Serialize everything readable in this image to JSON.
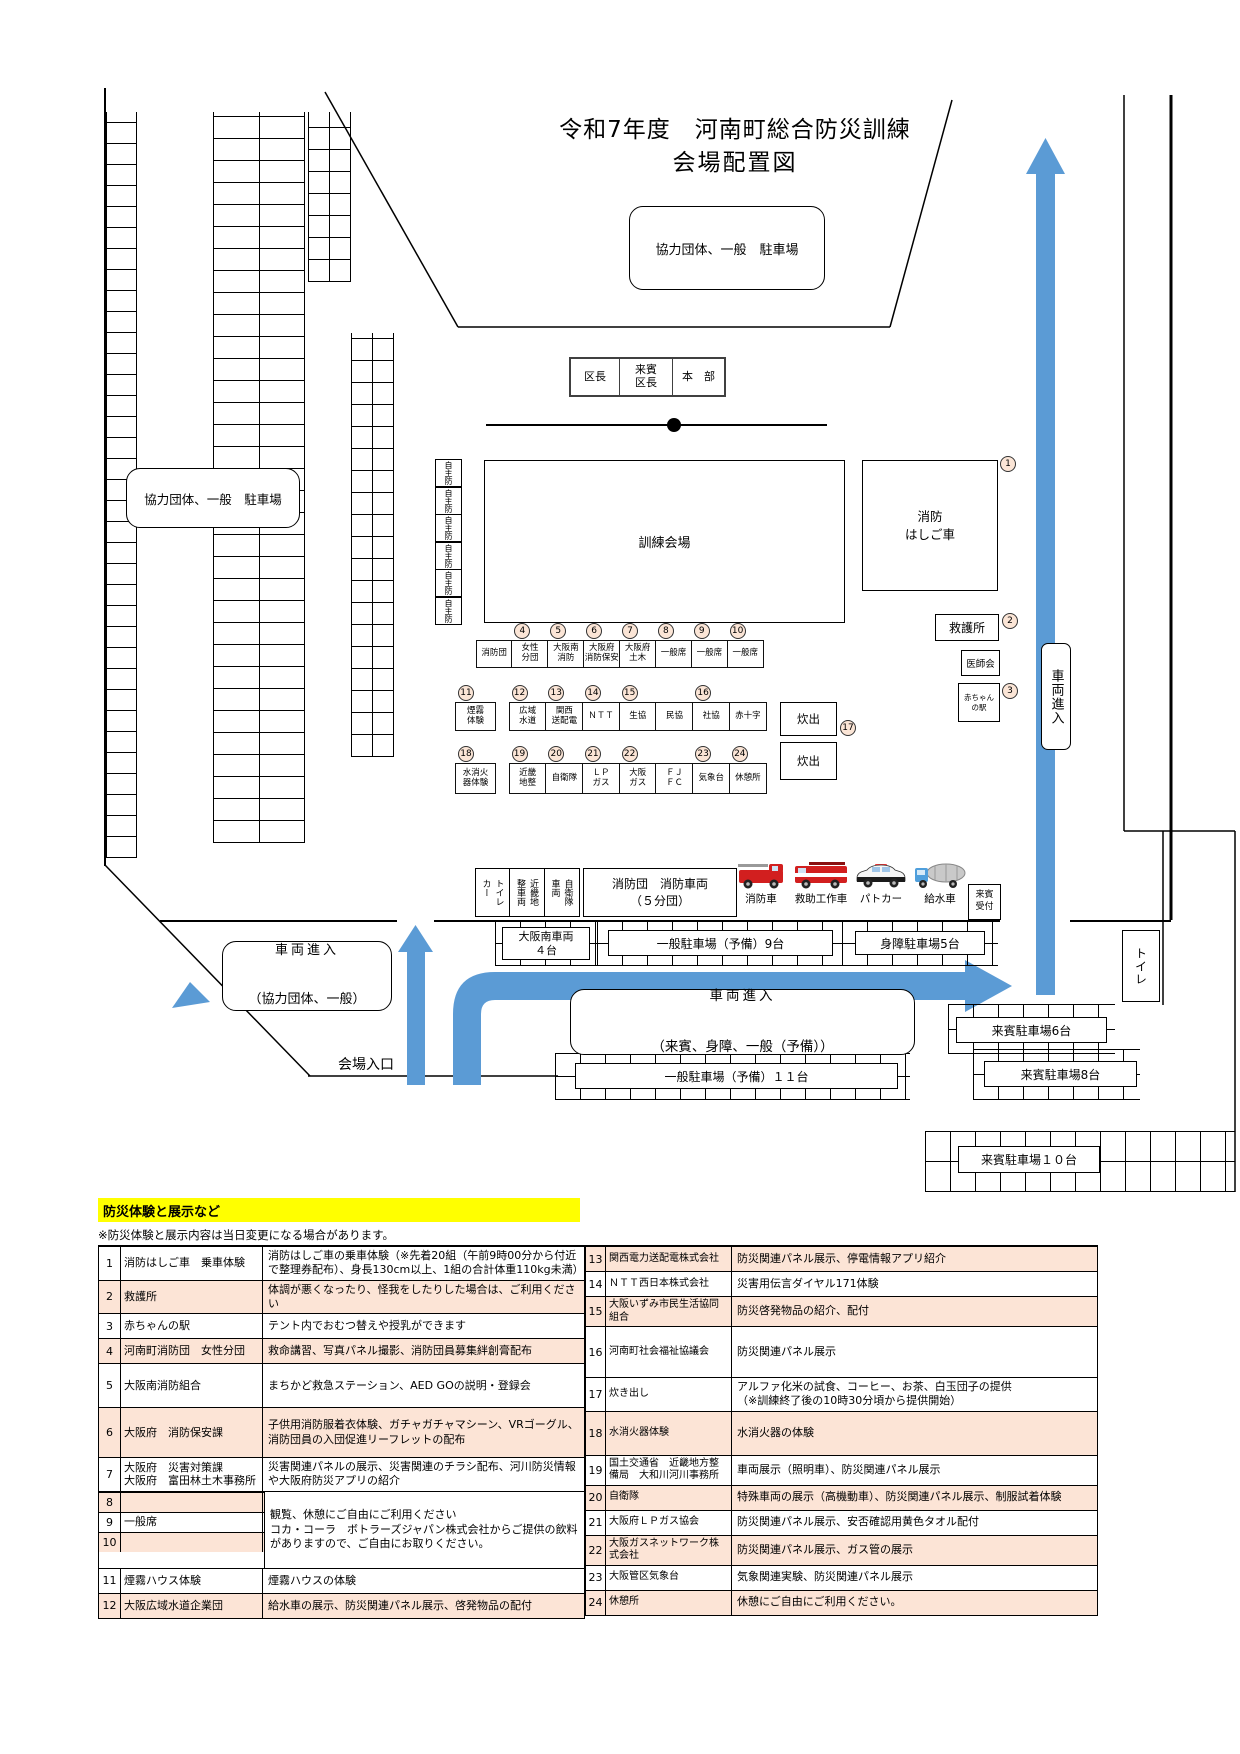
{
  "title": {
    "line1": "令和7年度　河南町総合防災訓練",
    "line2": "会場配置図"
  },
  "colors": {
    "accent_blue": "#5b9bd5",
    "shade_cream": "#fce4d6",
    "bubble_peach": "#fbe5d6",
    "header_yellow": "#ffff00"
  },
  "parking_top": {
    "label": "協力団体、一般　駐車場"
  },
  "parking_left": {
    "label": "協力団体、一般　駐車場"
  },
  "hq": {
    "cells": [
      "区長",
      "来賓\n区長",
      "本　部"
    ]
  },
  "jishubo": {
    "cells": [
      "自主防",
      "自主防",
      "自主防",
      "自主防",
      "自主防",
      "自主防"
    ]
  },
  "training": {
    "label": "訓練会場"
  },
  "ladder": {
    "label": "消防\nはしご車",
    "num": "1"
  },
  "aid": {
    "label": "救護所",
    "num": "2"
  },
  "doctors": {
    "label": "医師会"
  },
  "baby": {
    "label": "赤ちゃん\nの駅",
    "num": "3"
  },
  "entry_right": {
    "label": "車両進入"
  },
  "booth_row1": [
    {
      "label": "消防団"
    },
    {
      "num": "4",
      "label": "女性\n分団"
    },
    {
      "num": "5",
      "label": "大阪南\n消防"
    },
    {
      "num": "6",
      "label": "大阪府\n消防保安"
    },
    {
      "num": "7",
      "label": "大阪府\n土木"
    },
    {
      "num": "8",
      "label": "一般席"
    },
    {
      "num": "9",
      "label": "一般席"
    },
    {
      "num": "10",
      "label": "一般席"
    }
  ],
  "booth_row2_lead": {
    "num": "11",
    "label": "煙霧\n体験"
  },
  "booth_row2": [
    {
      "num": "12",
      "label": "広域\n水道"
    },
    {
      "num": "13",
      "label": "関西\n送配電"
    },
    {
      "num": "14",
      "label": "ＮＴＴ"
    },
    {
      "num": "15",
      "label": "生協"
    },
    {
      "label": "民協"
    },
    {
      "num": "16",
      "label": "社協"
    },
    {
      "label": "赤十字"
    }
  ],
  "booth_row3_lead": {
    "num": "18",
    "label": "水消火\n器体験"
  },
  "booth_row3": [
    {
      "num": "19",
      "label": "近畿\n地整"
    },
    {
      "num": "20",
      "label": "自衛隊"
    },
    {
      "num": "21",
      "label": "ＬＰ\nガス"
    },
    {
      "num": "22",
      "label": "大阪\nガス"
    },
    {
      "label": "ＦＪ\nＦＣ"
    },
    {
      "num": "23",
      "label": "気象台"
    },
    {
      "num": "24",
      "label": "休憩所"
    }
  ],
  "kitchen": {
    "label": "炊出",
    "num": "17"
  },
  "bottom_row": {
    "vcells": [
      "トイレ\nカー",
      "近畿地\n整車両",
      "自衛隊\n車両"
    ],
    "brigade": "消防団　消防車両\n（５分団）"
  },
  "vehicles": {
    "labels": [
      "消防車",
      "救助工作車",
      "パトカー",
      "給水車"
    ]
  },
  "reception": {
    "label": "来賓\n受付"
  },
  "lots": {
    "osaka_minami": "大阪南車両\n４台",
    "general9": "一般駐車場（予備）9台",
    "disabled5": "身障駐車場5台",
    "general11": "一般駐車場（予備）１１台",
    "guest6": "来賓駐車場6台",
    "guest8": "来賓駐車場8台",
    "guest10": "来賓駐車場１０台"
  },
  "toilet": {
    "label": "トイレ"
  },
  "gates": {
    "left": {
      "line1": "車両進入",
      "line2": "（協力団体、一般）"
    },
    "bottom": {
      "line1": "車両進入",
      "line2": "（来賓、身障、一般（予備））"
    },
    "venue_entrance": "会場入口"
  },
  "table_section": {
    "header": "防災体験と展示など",
    "note": "※防災体験と展示内容は当日変更になる場合があります。",
    "left_rows_a": [
      {
        "num": "1",
        "name": "消防はしご車　乗車体験",
        "desc": "消防はしご車の乗車体験（※先着20組（午前9時00分から付近で整理券配布）、身長130cm以上、1組の合計体重110kg未満）"
      },
      {
        "num": "2",
        "name": "救護所",
        "desc": "体調が悪くなったり、怪我をしたりした場合は、ご利用ください",
        "shade": true
      },
      {
        "num": "3",
        "name": "赤ちゃんの駅",
        "desc": "テント内でおむつ替えや授乳ができます"
      },
      {
        "num": "4",
        "name": "河南町消防団　女性分団",
        "desc": "救命講習、写真パネル撮影、消防団員募集絆創膏配布",
        "shade": true
      },
      {
        "num": "5",
        "name": "大阪南消防組合",
        "desc": "まちかど救急ステーション、AED GOの説明・登録会"
      },
      {
        "num": "6",
        "name": "大阪府　消防保安課",
        "desc": "子供用消防服着衣体験、ガチャガチャマシーン、VRゴーグル、消防団員の入団促進リーフレットの配布",
        "shade": true
      },
      {
        "num": "7",
        "name": "大阪府　災害対策課\n大阪府　富田林土木事務所",
        "desc": "災害関連パネルの展示、災害関連のチラシ配布、河川防災情報や大阪府防災アプリの紹介"
      }
    ],
    "merged": {
      "rows": [
        {
          "num": "8",
          "name": "",
          "shade": true
        },
        {
          "num": "9",
          "name": "一般席"
        },
        {
          "num": "10",
          "name": "",
          "shade": true
        }
      ],
      "desc": "観覧、休憩にご自由にご利用ください\nコカ・コーラ　ボトラーズジャパン株式会社からご提供の飲料がありますので、ご自由にお取りください。"
    },
    "left_rows_b": [
      {
        "num": "11",
        "name": "煙霧ハウス体験",
        "desc": "煙霧ハウスの体験"
      },
      {
        "num": "12",
        "name": "大阪広域水道企業団",
        "desc": "給水車の展示、防災関連パネル展示、啓発物品の配付",
        "shade": true
      }
    ],
    "right_rows": [
      {
        "num": "13",
        "name": "関西電力送配電株式会社",
        "desc": "防災関連パネル展示、停電情報アプリ紹介",
        "shade": true
      },
      {
        "num": "14",
        "name": "ＮＴＴ西日本株式会社",
        "desc": "災害用伝言ダイヤル171体験"
      },
      {
        "num": "15",
        "name": "大阪いずみ市民生活協同組合",
        "desc": "防災啓発物品の紹介、配付",
        "shade": true
      },
      {
        "num": "16",
        "name": "河南町社会福祉協議会",
        "desc": "防災関連パネル展示"
      },
      {
        "num": "17",
        "name": "炊き出し",
        "desc": "アルファ化米の試食、コーヒー、お茶、白玉団子の提供\n（※訓練終了後の10時30分頃から提供開始）"
      },
      {
        "num": "18",
        "name": "水消火器体験",
        "desc": "水消火器の体験",
        "shade": true
      },
      {
        "num": "19",
        "name": "国土交通省　近畿地方整備局　大和川河川事務所",
        "desc": "車両展示（照明車）、防災関連パネル展示"
      },
      {
        "num": "20",
        "name": "自衛隊",
        "desc": "特殊車両の展示（高機動車）、防災関連パネル展示、制服試着体験",
        "shade": true
      },
      {
        "num": "21",
        "name": "大阪府ＬＰガス協会",
        "desc": "防災関連パネル展示、安否確認用黄色タオル配付"
      },
      {
        "num": "22",
        "name": "大阪ガスネットワーク株式会社",
        "desc": "防災関連パネル展示、ガス管の展示",
        "shade": true
      },
      {
        "num": "23",
        "name": "大阪管区気象台",
        "desc": "気象関連実験、防災関連パネル展示"
      },
      {
        "num": "24",
        "name": "休憩所",
        "desc": "休憩にご自由にご利用ください。",
        "shade": true
      }
    ]
  }
}
